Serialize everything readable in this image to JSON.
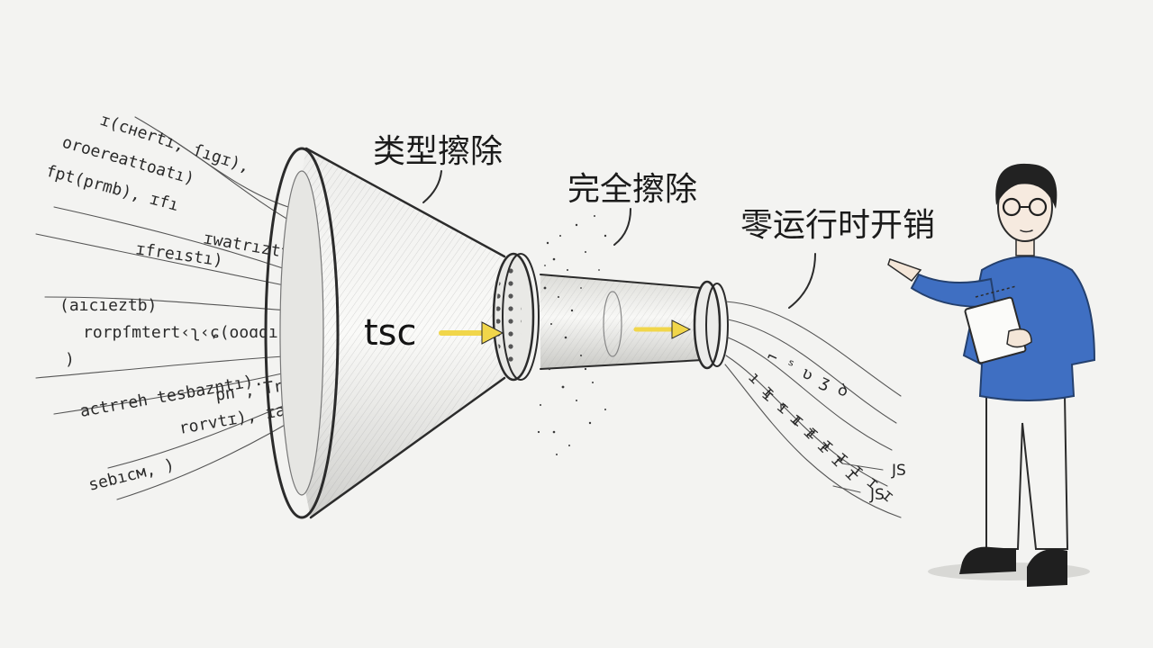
{
  "labels": {
    "type_erasure": "类型擦除",
    "full_erasure": "完全擦除",
    "zero_overhead": "零运行时开销",
    "compiler": "tsc",
    "output_js_1": "JS",
    "output_js_2": "JS"
  },
  "input_code_lines": [
    "ɪ(cнertı, ſıgɪ),",
    "oroereattoatı)",
    "fpt(prmb), ɪfı",
    "ɪfreıstı)",
    "ɪwatrızttı)",
    "(aıcıeztb)",
    "rorpſmtert‹ʅ‹ɕ(ooɑdı)",
    ")",
    "actrreh tesbazntı).",
    "pn , Trйvr",
    "rorvtɪ), ɪazzb",
    "sebıcм, )"
  ],
  "output_code_lines": [
    "⌐ ˢ ʋ ʒ ꝺ",
    "ı ɪ ‹ ı ɪ ɪ ɪ ɪ",
    "ɪ ɪ ɪ ɪ ɪ ɪ ɪ ɪ ɪ"
  ],
  "colors": {
    "background": "#f3f3f1",
    "arrow": "#f1d64a",
    "sweater": "#3f6fc2",
    "ink": "#2b2b2b"
  }
}
